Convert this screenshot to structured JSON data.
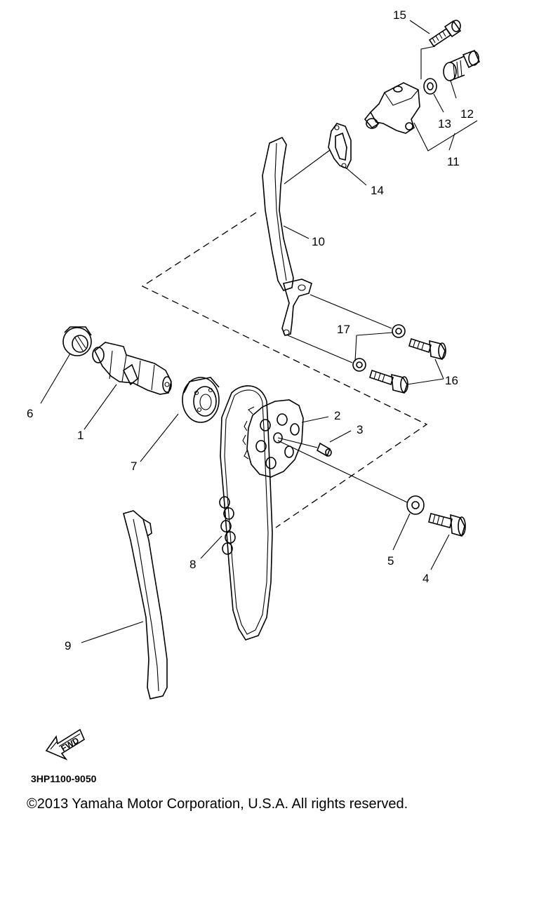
{
  "callouts": [
    {
      "id": "1",
      "text": "1"
    },
    {
      "id": "2",
      "text": "2"
    },
    {
      "id": "3",
      "text": "3"
    },
    {
      "id": "4",
      "text": "4"
    },
    {
      "id": "5",
      "text": "5"
    },
    {
      "id": "6",
      "text": "6"
    },
    {
      "id": "7",
      "text": "7"
    },
    {
      "id": "8",
      "text": "8"
    },
    {
      "id": "9",
      "text": "9"
    },
    {
      "id": "10",
      "text": "10"
    },
    {
      "id": "11",
      "text": "11"
    },
    {
      "id": "12",
      "text": "12"
    },
    {
      "id": "13",
      "text": "13"
    },
    {
      "id": "14",
      "text": "14"
    },
    {
      "id": "15",
      "text": "15"
    },
    {
      "id": "16",
      "text": "16"
    },
    {
      "id": "17",
      "text": "17"
    }
  ],
  "fwd_label": "FWD",
  "diagram_code": "3HP1100-9050",
  "copyright": "©2013 Yamaha Motor Corporation, U.S.A. All rights reserved."
}
